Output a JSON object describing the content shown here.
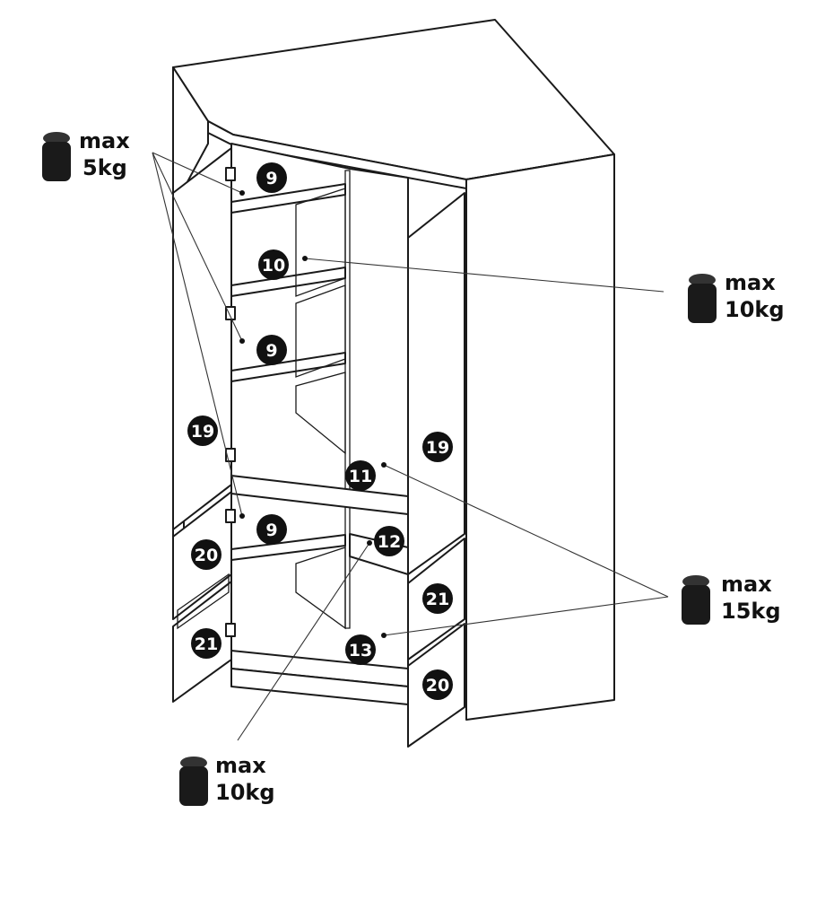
{
  "part_numbers": {
    "shelf_top": "9",
    "shelf_middle": "10",
    "shelf_lower": "9",
    "shelf_bottom_left": "9",
    "divider": "11",
    "bottom_shelf": "12",
    "base": "13",
    "door_tall_left": "19",
    "door_tall_right": "19",
    "door_small_left_top": "20",
    "door_small_left_bottom": "21",
    "door_small_right_top": "21",
    "door_small_right_bottom": "20"
  },
  "loads": {
    "top_left": {
      "line1": "max",
      "line2": "5kg"
    },
    "right_upper": {
      "line1": "max",
      "line2": "10kg"
    },
    "right_lower": {
      "line1": "max",
      "line2": "15kg"
    },
    "bottom": {
      "line1": "max",
      "line2": "10kg"
    }
  },
  "colors": {
    "ink": "#1a1a1a",
    "paper": "#ffffff"
  }
}
